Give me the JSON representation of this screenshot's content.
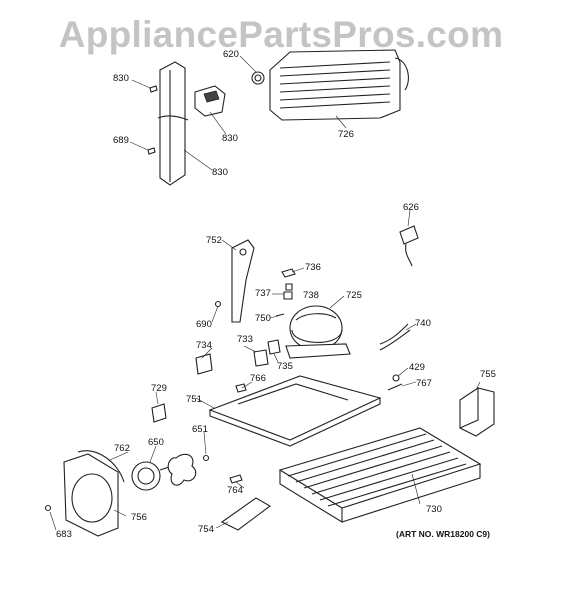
{
  "watermark": "AppliancePartsPros.com",
  "art_number": "(ART NO. WR18200 C9)",
  "parts": [
    {
      "id": "830a",
      "label": "830"
    },
    {
      "id": "620",
      "label": "620"
    },
    {
      "id": "726",
      "label": "726"
    },
    {
      "id": "830b",
      "label": "830"
    },
    {
      "id": "689",
      "label": "689"
    },
    {
      "id": "830c",
      "label": "830"
    },
    {
      "id": "626",
      "label": "626"
    },
    {
      "id": "752",
      "label": "752"
    },
    {
      "id": "736",
      "label": "736"
    },
    {
      "id": "737",
      "label": "737"
    },
    {
      "id": "738",
      "label": "738"
    },
    {
      "id": "725",
      "label": "725"
    },
    {
      "id": "750",
      "label": "750"
    },
    {
      "id": "690",
      "label": "690"
    },
    {
      "id": "740",
      "label": "740"
    },
    {
      "id": "734",
      "label": "734"
    },
    {
      "id": "733",
      "label": "733"
    },
    {
      "id": "735",
      "label": "735"
    },
    {
      "id": "429",
      "label": "429"
    },
    {
      "id": "766",
      "label": "766"
    },
    {
      "id": "767",
      "label": "767"
    },
    {
      "id": "755",
      "label": "755"
    },
    {
      "id": "729",
      "label": "729"
    },
    {
      "id": "751",
      "label": "751"
    },
    {
      "id": "651",
      "label": "651"
    },
    {
      "id": "762",
      "label": "762"
    },
    {
      "id": "650",
      "label": "650"
    },
    {
      "id": "764",
      "label": "764"
    },
    {
      "id": "730",
      "label": "730"
    },
    {
      "id": "756",
      "label": "756"
    },
    {
      "id": "754",
      "label": "754"
    },
    {
      "id": "683",
      "label": "683"
    }
  ]
}
